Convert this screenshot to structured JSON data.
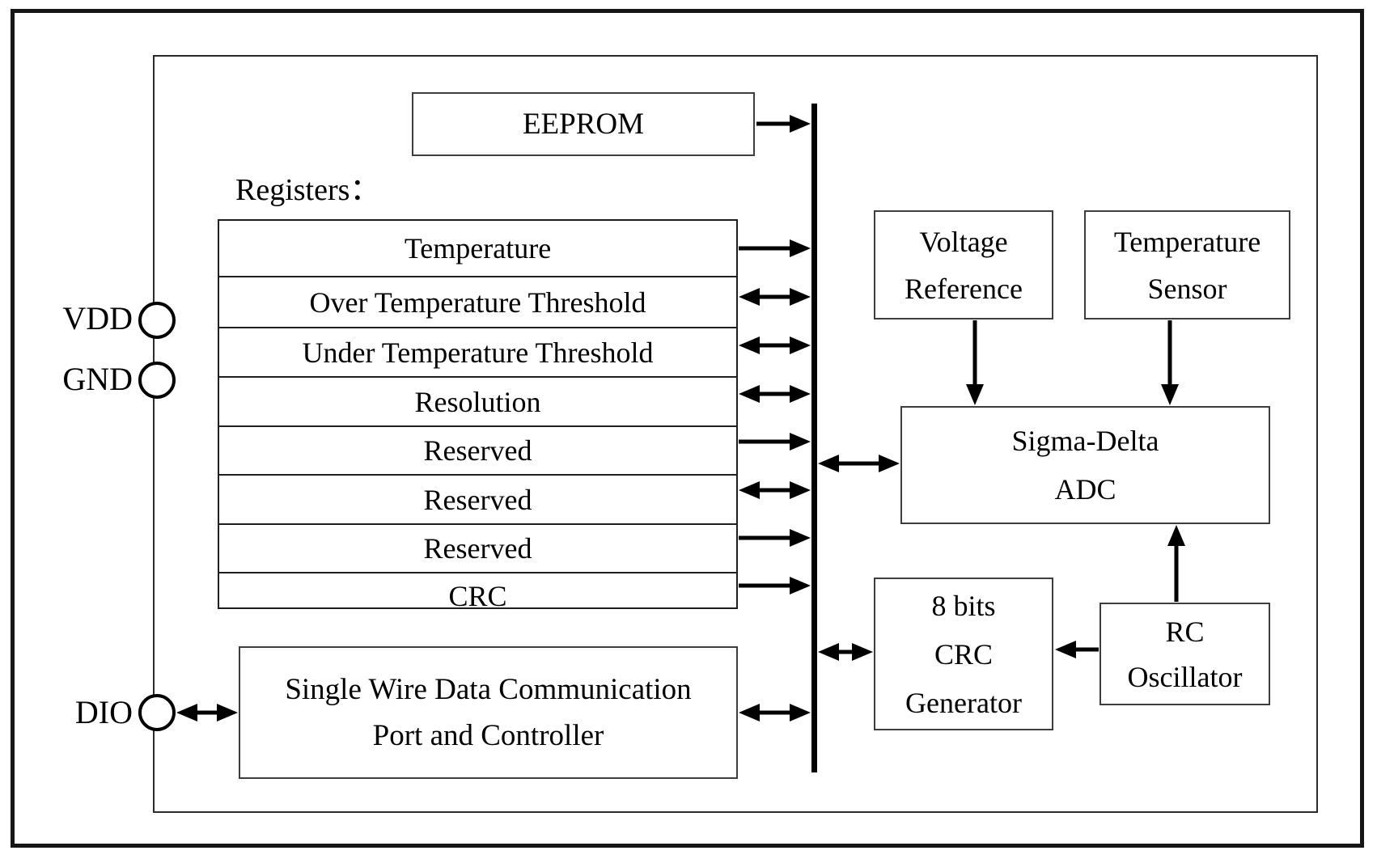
{
  "pins": {
    "vdd": "VDD",
    "gnd": "GND",
    "dio": "DIO"
  },
  "registers": {
    "label": "Registers：",
    "rows": [
      "Temperature",
      "Over Temperature Threshold",
      "Under Temperature Threshold",
      "Resolution",
      "Reserved",
      "Reserved",
      "Reserved",
      "CRC"
    ]
  },
  "blocks": {
    "eeprom": {
      "lines": [
        "EEPROM"
      ]
    },
    "voltage_reference": {
      "lines": [
        "Voltage",
        "Reference"
      ]
    },
    "temperature_sensor": {
      "lines": [
        "Temperature",
        "Sensor"
      ]
    },
    "sigma_delta_adc": {
      "lines": [
        "Sigma-Delta",
        "ADC"
      ]
    },
    "crc_generator": {
      "lines": [
        "8 bits",
        "CRC",
        "Generator"
      ]
    },
    "rc_oscillator": {
      "lines": [
        "RC",
        "Oscillator"
      ]
    },
    "single_wire_port": {
      "lines": [
        "Single Wire Data Communication",
        "Port and Controller"
      ]
    }
  },
  "bus": {
    "name": "internal-data-bus"
  },
  "connections": [
    {
      "from": "EEPROM",
      "to": "bus",
      "type": "single"
    },
    {
      "from": "Temperature register",
      "to": "bus",
      "type": "single"
    },
    {
      "from": "Over Temperature Threshold register",
      "to": "bus",
      "type": "bidirectional"
    },
    {
      "from": "Under Temperature Threshold register",
      "to": "bus",
      "type": "bidirectional"
    },
    {
      "from": "Resolution register",
      "to": "bus",
      "type": "bidirectional"
    },
    {
      "from": "Reserved register 1",
      "to": "bus",
      "type": "single"
    },
    {
      "from": "Reserved register 2",
      "to": "bus",
      "type": "bidirectional"
    },
    {
      "from": "Reserved register 3",
      "to": "bus",
      "type": "single"
    },
    {
      "from": "CRC register",
      "to": "bus",
      "type": "single"
    },
    {
      "from": "DIO pin",
      "to": "Single Wire Data Communication Port and Controller",
      "type": "bidirectional"
    },
    {
      "from": "Single Wire Data Communication Port and Controller",
      "to": "bus",
      "type": "bidirectional"
    },
    {
      "from": "bus",
      "to": "Sigma-Delta ADC",
      "type": "bidirectional"
    },
    {
      "from": "bus",
      "to": "8 bits CRC Generator",
      "type": "bidirectional"
    },
    {
      "from": "Voltage Reference",
      "to": "Sigma-Delta ADC",
      "type": "single"
    },
    {
      "from": "Temperature Sensor",
      "to": "Sigma-Delta ADC",
      "type": "single"
    },
    {
      "from": "RC Oscillator",
      "to": "Sigma-Delta ADC",
      "type": "single"
    },
    {
      "from": "RC Oscillator",
      "to": "8 bits CRC Generator",
      "type": "single"
    }
  ],
  "colors": {
    "background": "#ffffff",
    "ink": "#000000",
    "frame": "#161616",
    "box_border": "#3d3d3d"
  }
}
